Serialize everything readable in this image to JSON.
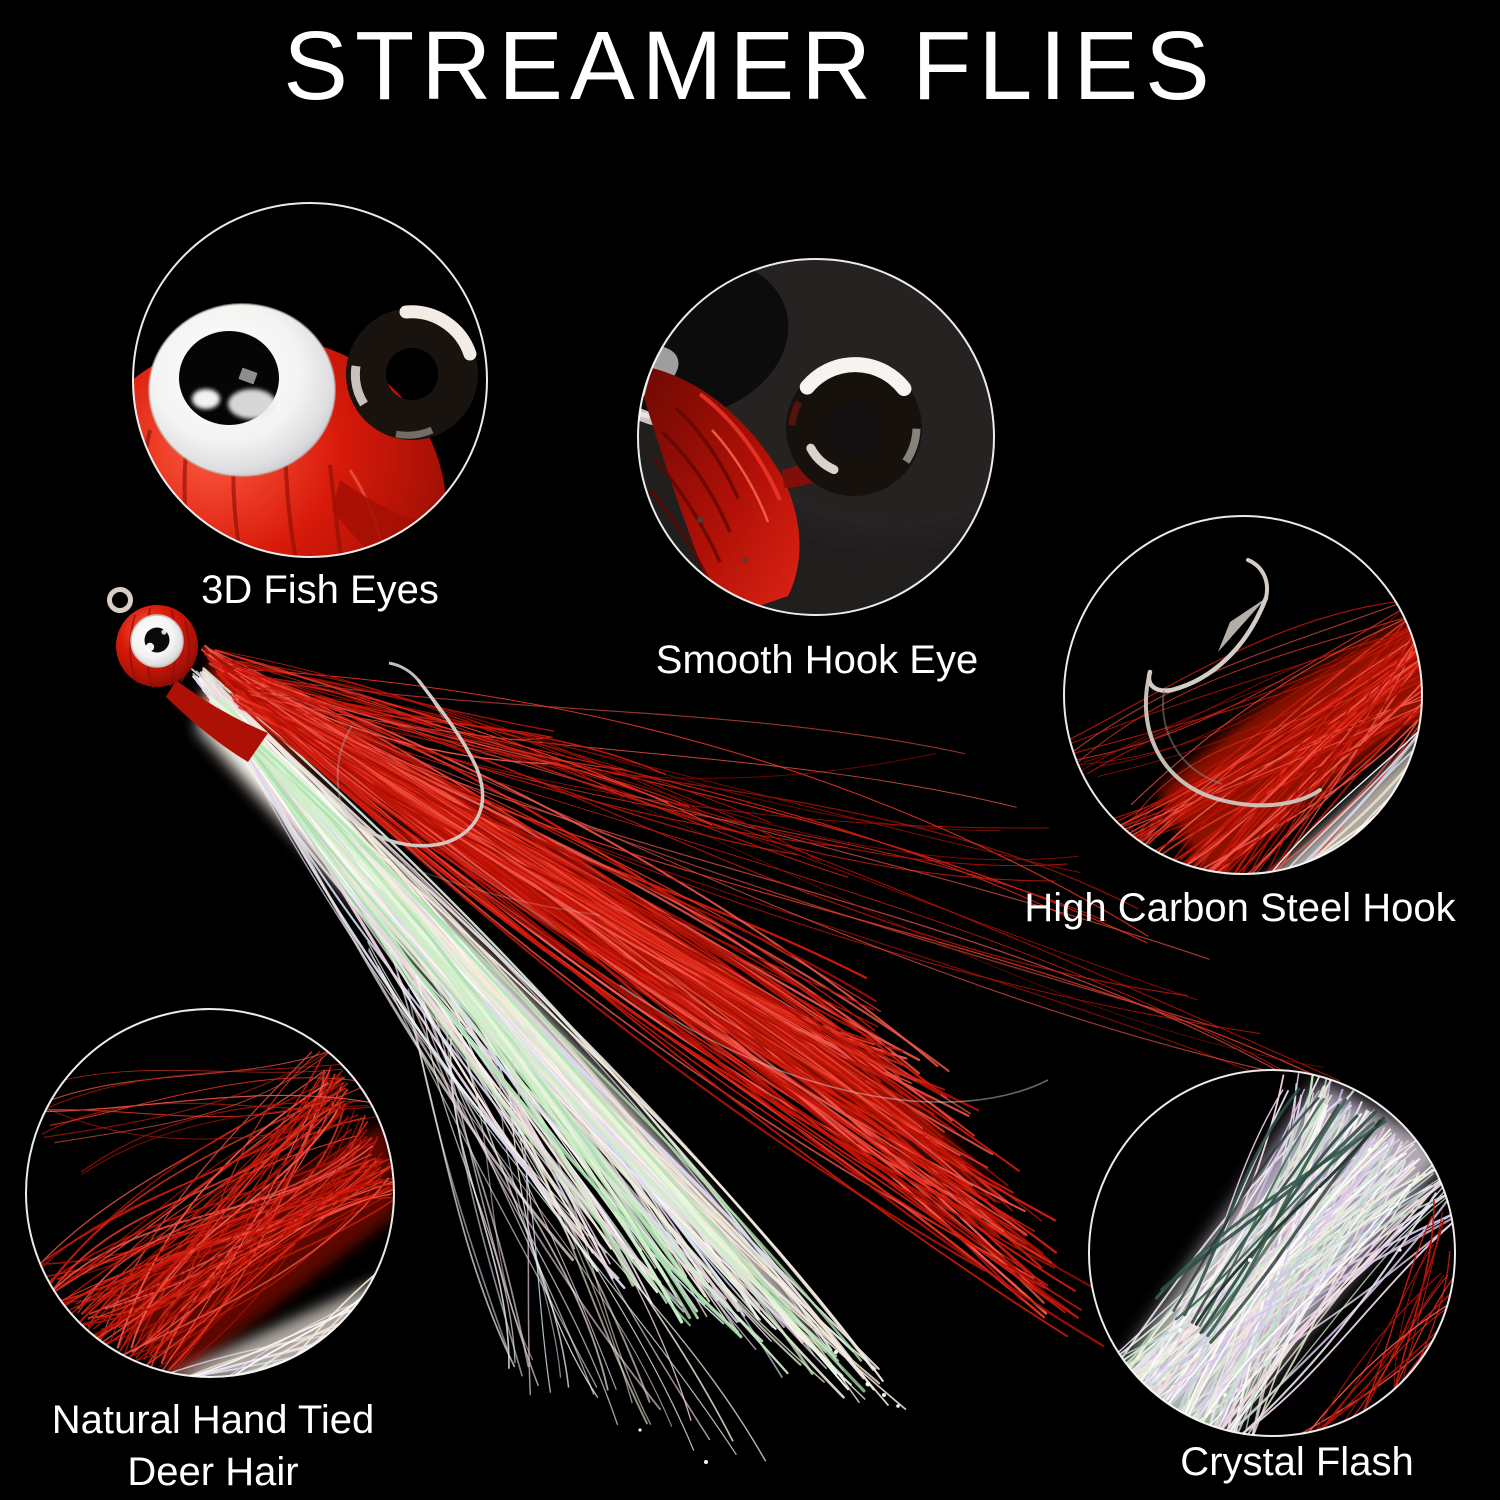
{
  "title": "STREAMER FLIES",
  "callouts": [
    {
      "id": "3d-fish-eyes",
      "label": "3D Fish Eyes"
    },
    {
      "id": "smooth-hook-eye",
      "label": "Smooth Hook Eye"
    },
    {
      "id": "high-carbon-steel-hook",
      "label": "High Carbon Steel Hook"
    },
    {
      "id": "deer-hair",
      "label": "Natural Hand Tied",
      "label2": "Deer Hair"
    },
    {
      "id": "crystal-flash",
      "label": "Crystal Flash"
    }
  ],
  "colors": {
    "background": "#000000",
    "text": "#ffffff",
    "circle_outline": "#ffffff",
    "fly_red": "#d01607",
    "fly_pearl": "#efe9e2",
    "hook_silver": "#d4cdc7",
    "eye_black": "#0b0a0a"
  }
}
